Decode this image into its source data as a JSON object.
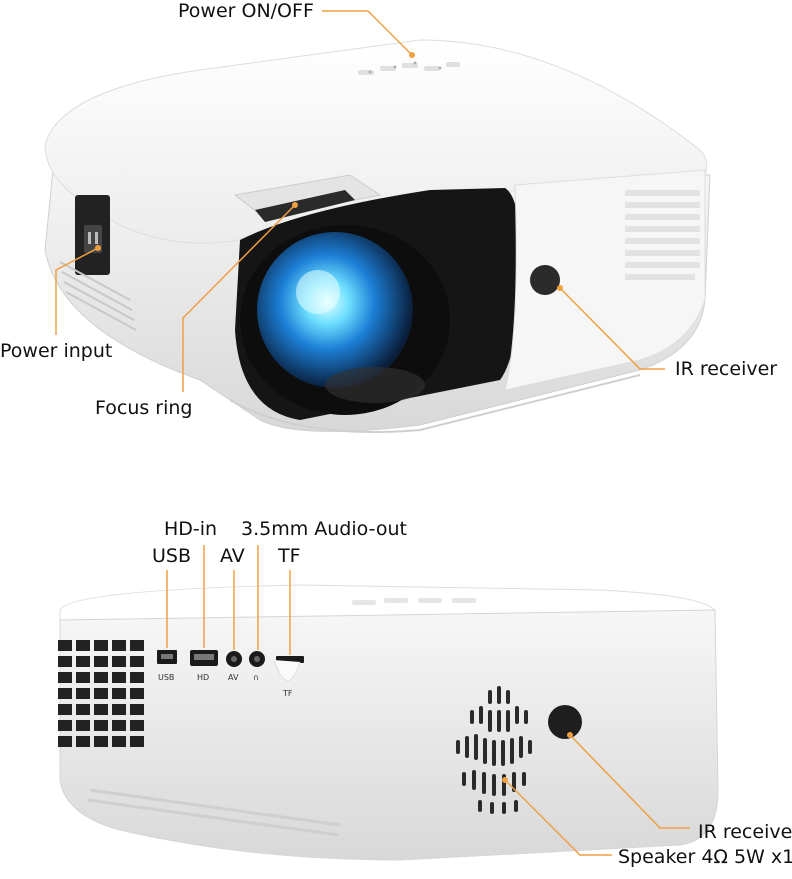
{
  "colors": {
    "leader": "#f0a040",
    "body": "#f4f4f4",
    "lens": "#1e90ff"
  },
  "top_view": {
    "callouts": {
      "power_on_off": "Power ON/OFF",
      "power_input": "Power input",
      "focus_ring": "Focus ring",
      "ir_receiver": "IR receiver"
    }
  },
  "rear_view": {
    "callouts": {
      "hd_in": "HD-in",
      "audio_out": "3.5mm Audio-out",
      "usb": "USB",
      "av": "AV",
      "tf": "TF",
      "ir_receive": "IR receive",
      "speaker": "Speaker 4Ω 5W x1"
    },
    "port_labels": {
      "usb": "USB",
      "hd": "HD",
      "av": "AV",
      "headphone": "∩",
      "tf": "TF"
    }
  }
}
